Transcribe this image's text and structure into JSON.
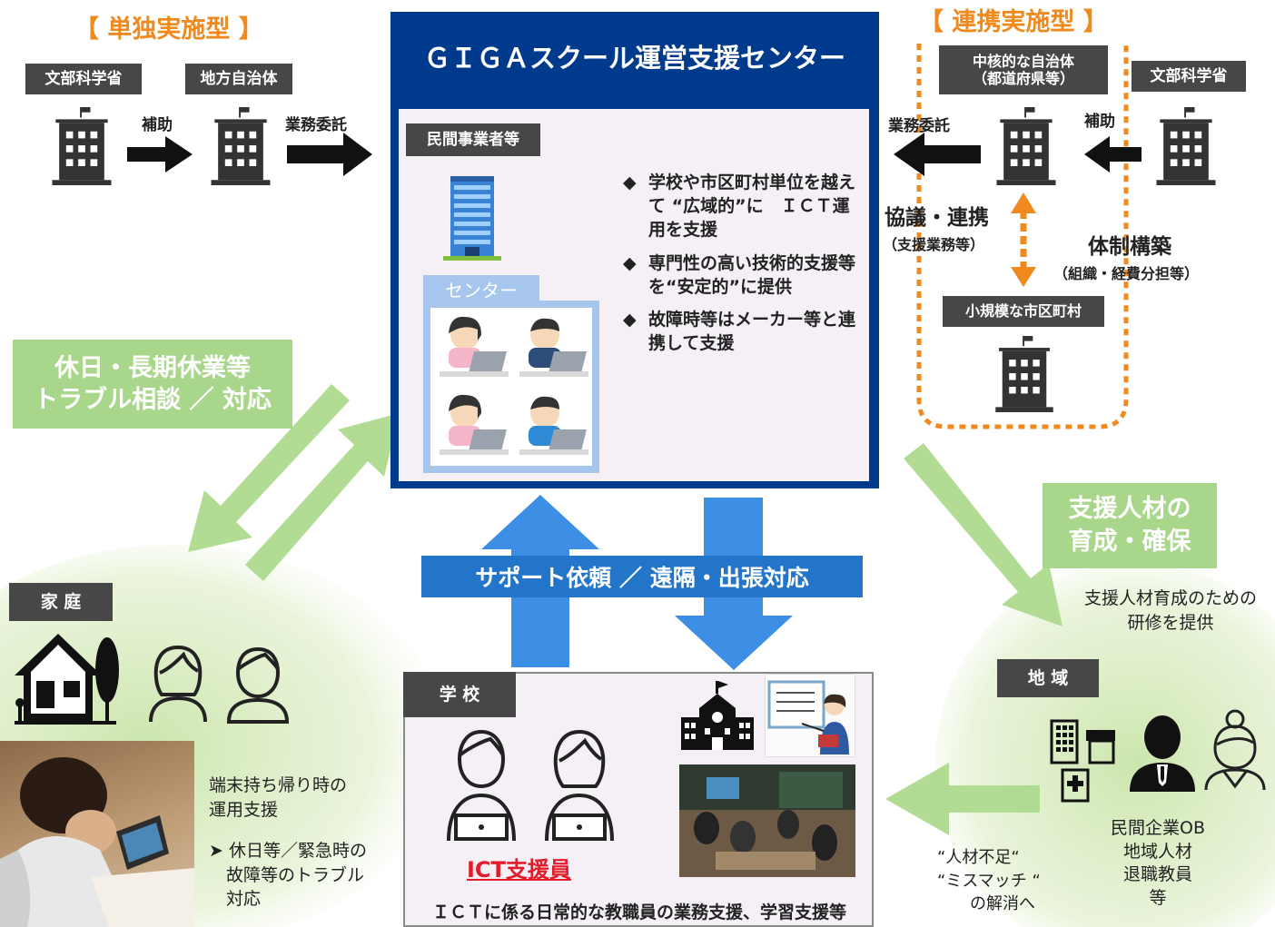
{
  "left_section": {
    "title": "【 単独実施型 】",
    "label_mext": "文部科学省",
    "label_local_gov": "地方自治体",
    "arrow_subsidy": "補助",
    "arrow_outsourcing": "業務委託"
  },
  "center": {
    "title": "ＧＩＧＡスクール運営支援センター",
    "private_label": "民間事業者等",
    "center_label": "センター",
    "bullets": [
      "学校や市区町村単位を越えて “広域的”に　ＩＣＴ運用を支援",
      "専門性の高い技術的支援等を“安定的”に提供",
      "故障時等はメーカー等と連携して支援"
    ]
  },
  "right_section": {
    "title": "【 連携実施型 】",
    "label_core_gov": "中核的な自治体\n（都道府県等）",
    "label_mext": "文部科学省",
    "arrow_outsourcing": "業務委託",
    "arrow_subsidy": "補助",
    "cooperation": "協議・連携",
    "cooperation_sub": "（支援業務等）",
    "structure": "体制構築",
    "structure_sub": "（組織・経費分担等）",
    "label_small_town": "小規模な市区町村"
  },
  "green_labels": {
    "holiday": "休日・長期休業等\nトラブル相談 ／ 対応",
    "hr": "支援人材の\n育成・確保"
  },
  "support_banner": "サポート依頼 ／ 遠隔・出張対応",
  "family": {
    "label": "家 庭",
    "text1": "端末持ち帰り時の\n運用支援",
    "text2": "➤ 休日等／緊急時の\n　故障等のトラブル\n　対応"
  },
  "school": {
    "label": "学 校",
    "ict_staff": "ICT支援員",
    "bottom_text": "ＩＣＴに係る日常的な教職員の業務支援、学習支援等"
  },
  "region": {
    "label": "地 域",
    "training": "支援人材育成のための\n研修を提供",
    "people": "民間企業OB\n地域人材\n退職教員\n等",
    "shortage": "“人材不足“\n“ミスマッチ “\n　　の解消へ"
  },
  "colors": {
    "navy": "#003a8c",
    "orange": "#f08a1e",
    "green": "#a8d68a",
    "blue_arrow": "#3d8fe6",
    "label_gray": "#474747"
  }
}
